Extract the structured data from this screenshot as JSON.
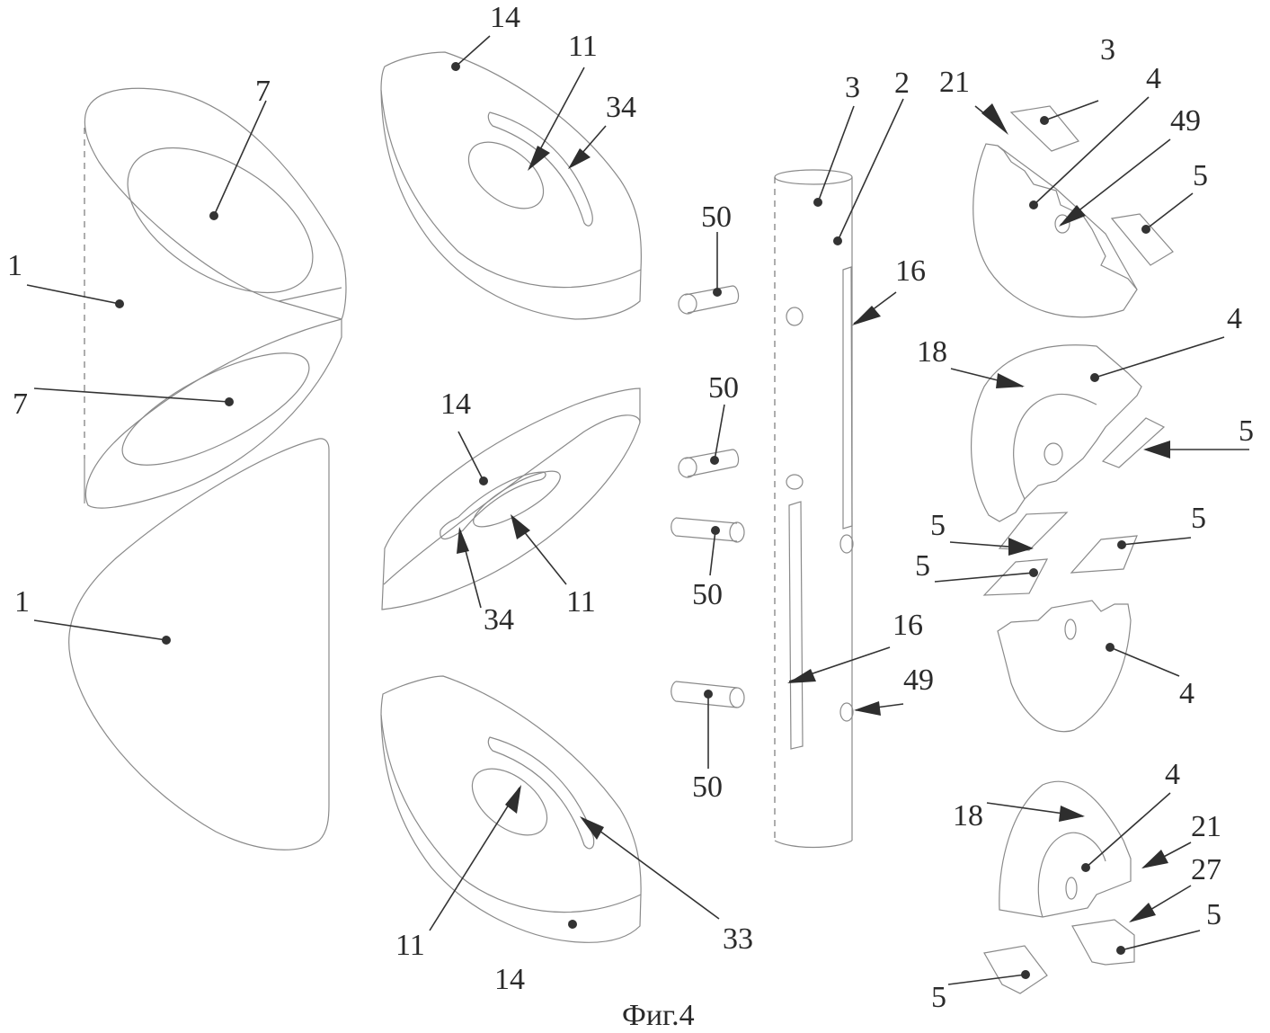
{
  "figure": {
    "caption": "Фиг.4",
    "description": "Exploded isometric patent drawing of an assembly: conical body parts, slotted discs, pins, a tubular shaft with slots and holes, and segmented hinged plate parts with inserts."
  },
  "parts": {
    "cone_upper": {
      "labels": [
        "7",
        "1",
        "7"
      ]
    },
    "cone_lower": {
      "labels": [
        "1"
      ]
    },
    "disc_top": {
      "labels": [
        "14",
        "11",
        "34"
      ]
    },
    "disc_middle": {
      "labels": [
        "14",
        "34",
        "11"
      ]
    },
    "disc_bottom": {
      "labels": [
        "11",
        "14",
        "33"
      ]
    },
    "pins": {
      "labels": [
        "50",
        "50",
        "50",
        "50"
      ]
    },
    "shaft": {
      "labels": [
        "3",
        "2",
        "16",
        "16",
        "49"
      ]
    },
    "segment_top": {
      "labels": [
        "21",
        "3",
        "4",
        "49",
        "5"
      ]
    },
    "segment_second": {
      "labels": [
        "18",
        "4",
        "5"
      ]
    },
    "inserts_middle": {
      "labels": [
        "5",
        "5",
        "5"
      ]
    },
    "segment_third": {
      "labels": [
        "4"
      ]
    },
    "segment_bottom": {
      "labels": [
        "18",
        "4",
        "21",
        "27",
        "5",
        "5"
      ]
    }
  },
  "callouts": [
    {
      "id": "c1",
      "text": "7"
    },
    {
      "id": "c2",
      "text": "1"
    },
    {
      "id": "c3",
      "text": "7"
    },
    {
      "id": "c4",
      "text": "1"
    },
    {
      "id": "c5",
      "text": "14"
    },
    {
      "id": "c6",
      "text": "11"
    },
    {
      "id": "c7",
      "text": "34"
    },
    {
      "id": "c8",
      "text": "14"
    },
    {
      "id": "c9",
      "text": "34"
    },
    {
      "id": "c10",
      "text": "11"
    },
    {
      "id": "c11",
      "text": "11"
    },
    {
      "id": "c12",
      "text": "14"
    },
    {
      "id": "c13",
      "text": "33"
    },
    {
      "id": "c14",
      "text": "50"
    },
    {
      "id": "c15",
      "text": "50"
    },
    {
      "id": "c16",
      "text": "50"
    },
    {
      "id": "c17",
      "text": "50"
    },
    {
      "id": "c18",
      "text": "3"
    },
    {
      "id": "c19",
      "text": "2"
    },
    {
      "id": "c20",
      "text": "16"
    },
    {
      "id": "c21",
      "text": "16"
    },
    {
      "id": "c22",
      "text": "49"
    },
    {
      "id": "c23",
      "text": "21"
    },
    {
      "id": "c24",
      "text": "3"
    },
    {
      "id": "c25",
      "text": "4"
    },
    {
      "id": "c26",
      "text": "49"
    },
    {
      "id": "c27",
      "text": "5"
    },
    {
      "id": "c28",
      "text": "18"
    },
    {
      "id": "c29",
      "text": "4"
    },
    {
      "id": "c30",
      "text": "5"
    },
    {
      "id": "c31",
      "text": "5"
    },
    {
      "id": "c32",
      "text": "5"
    },
    {
      "id": "c33",
      "text": "5"
    },
    {
      "id": "c34",
      "text": "4"
    },
    {
      "id": "c35",
      "text": "18"
    },
    {
      "id": "c36",
      "text": "4"
    },
    {
      "id": "c37",
      "text": "21"
    },
    {
      "id": "c38",
      "text": "27"
    },
    {
      "id": "c39",
      "text": "5"
    },
    {
      "id": "c40",
      "text": "5"
    }
  ]
}
